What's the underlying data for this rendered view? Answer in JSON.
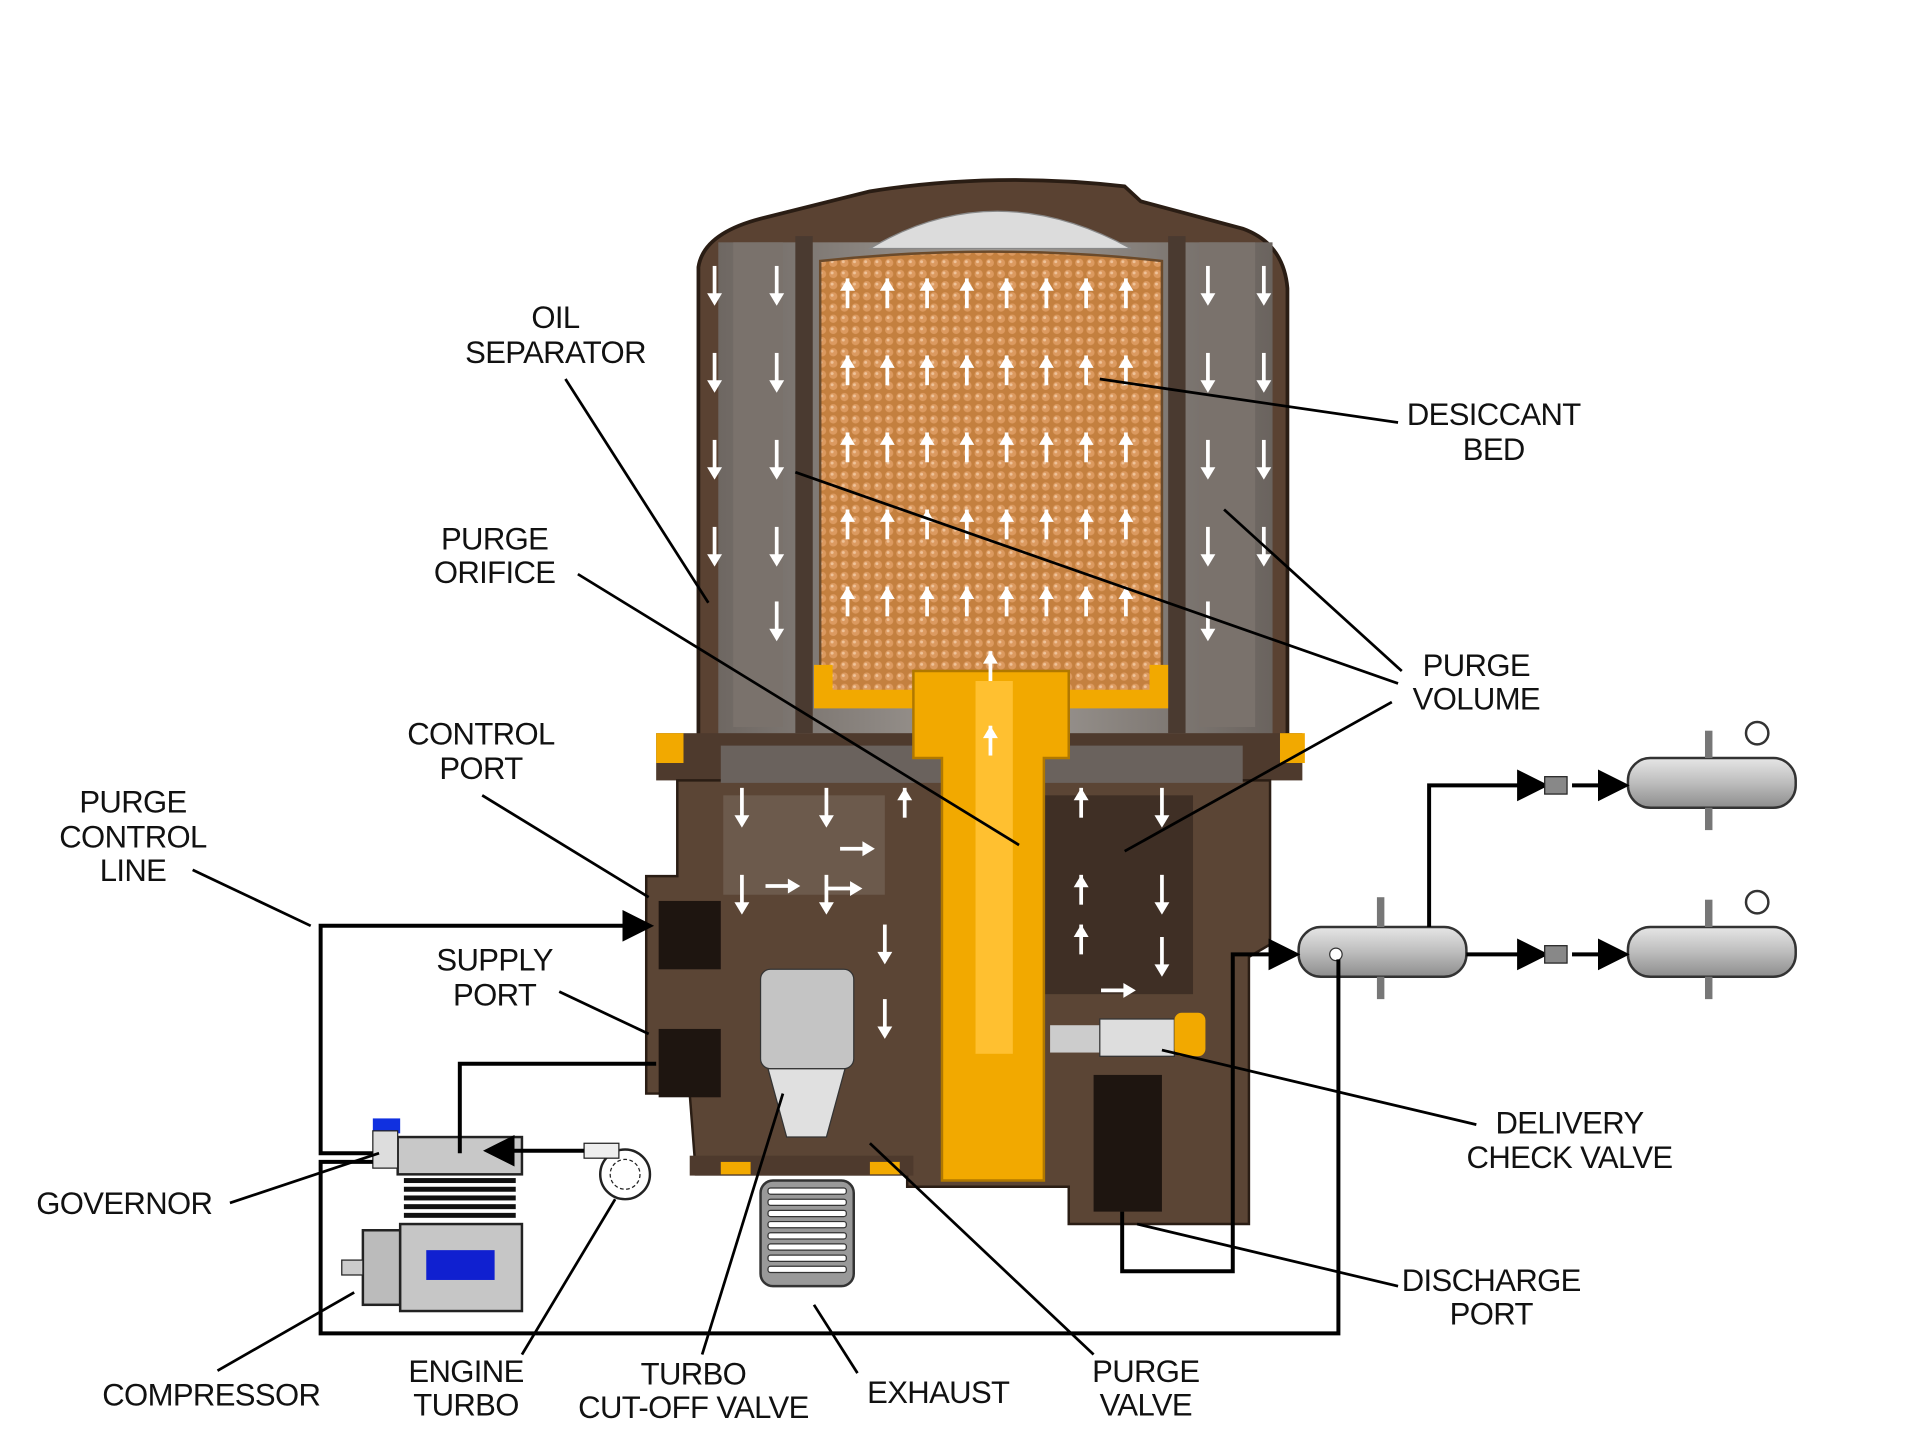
{
  "labels": {
    "oil_separator": [
      "OIL",
      "SEPARATOR"
    ],
    "desiccant_bed": [
      "DESICCANT",
      "BED"
    ],
    "purge_orifice": [
      "PURGE",
      "ORIFICE"
    ],
    "purge_volume": [
      "PURGE",
      "VOLUME"
    ],
    "control_port": [
      "CONTROL",
      "PORT"
    ],
    "purge_control_line": [
      "PURGE",
      "CONTROL",
      "LINE"
    ],
    "supply_port": [
      "SUPPLY",
      "PORT"
    ],
    "governor": [
      "GOVERNOR"
    ],
    "delivery_check_valve": [
      "DELIVERY",
      "CHECK VALVE"
    ],
    "discharge_port": [
      "DISCHARGE",
      "PORT"
    ],
    "compressor": [
      "COMPRESSOR"
    ],
    "engine_turbo": [
      "ENGINE",
      "TURBO"
    ],
    "turbo_cutoff_valve": [
      "TURBO",
      "CUT-OFF VALVE"
    ],
    "exhaust": [
      "EXHAUST"
    ],
    "purge_valve": [
      "PURGE",
      "VALVE"
    ]
  },
  "colors": {
    "housing": "#5a4232",
    "chamber": "#8d8884",
    "desiccant": "#c98549",
    "core": "#f2a900",
    "tank": "#c8c8c8",
    "badge": "#1020d0"
  }
}
